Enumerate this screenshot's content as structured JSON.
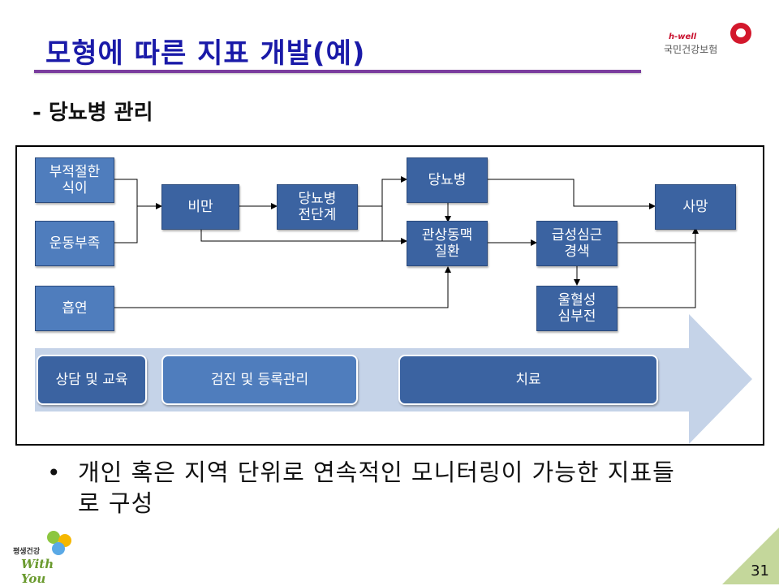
{
  "slide": {
    "title": "모형에 따른 지표 개발(예)",
    "subtitle": "- 당뇨병 관리",
    "page_number": "31"
  },
  "logo": {
    "hwell": "h-well",
    "name": "국민건강보험"
  },
  "footer_logo": {
    "line1": "평생건강",
    "line2": "With You"
  },
  "diagram": {
    "nodes": {
      "inappropriate_diet": "부적절한\n식이",
      "lack_of_exercise": "운동부족",
      "smoking": "흡연",
      "obesity": "비만",
      "prediabetes": "당뇨병\n전단계",
      "diabetes": "당뇨병",
      "coronary": "관상동맥\n질환",
      "acute_mi": "급성심근\n경색",
      "heart_failure": "울혈성\n심부전",
      "death": "사망"
    },
    "stages": {
      "counseling": "상담 및 교육",
      "screening": "검진 및 등록관리",
      "treatment": "치료"
    }
  },
  "bullet": {
    "symbol": "•",
    "text": "개인 혹은 지역 단위로 연속적인 모니터링이 가능한 지표들로 구성"
  },
  "colors": {
    "title": "#1a1aa8",
    "rule": "#7a3d9e",
    "box": "#3b63a1",
    "arrow_band": "#c5d3e8",
    "corner": "#c4d79b"
  }
}
